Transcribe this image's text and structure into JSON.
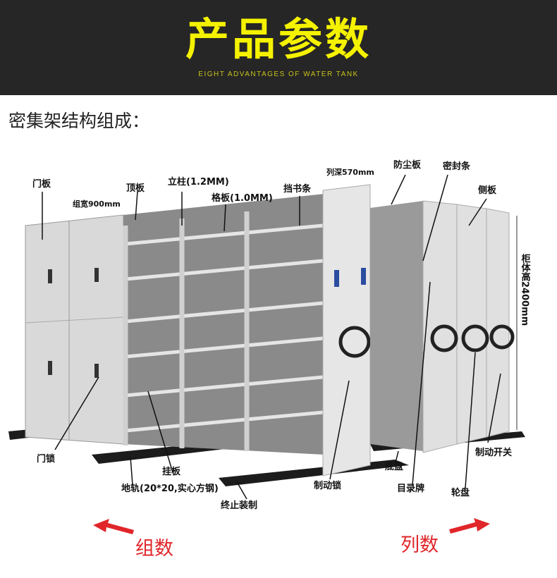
{
  "header": {
    "title": "产品参数",
    "subtitle": "EIGHT ADVANTAGES OF WATER TANK",
    "bg_color": "#262626",
    "title_color": "#f5f200"
  },
  "section_title": "密集架结构组成：",
  "labels": {
    "door_panel": "门板",
    "group_width": "组宽900mm",
    "top_panel": "顶板",
    "column": "立柱(1.2MM)",
    "shelf": "格板(1.0MM)",
    "book_stop": "挡书条",
    "row_depth": "列深570mm",
    "dust_panel": "防尘板",
    "seal_strip": "密封条",
    "side_panel": "侧板",
    "cabinet_height": "柜体高2400mm",
    "door_lock": "门锁",
    "hanging_panel": "挂板",
    "ground_rail": "地轨(20*20,实心方钢)",
    "end_stop": "终止装制",
    "brake_lock": "制动锁",
    "chassis": "底盘",
    "catalog_card": "目录牌",
    "handwheel": "轮盘",
    "brake_switch": "制动开关"
  },
  "arrows": {
    "groups": "组数",
    "columns": "列数",
    "color": "#e0262a"
  }
}
